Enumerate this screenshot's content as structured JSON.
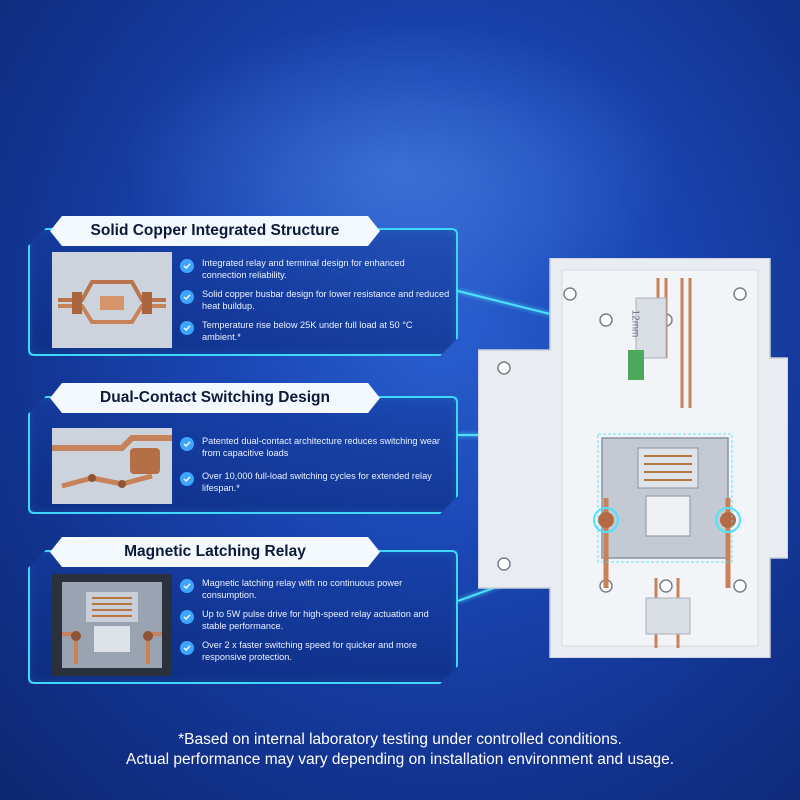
{
  "features": [
    {
      "title": "Solid Copper Integrated Structure",
      "bullets": [
        "Integrated relay and terminal design for enhanced connection reliability.",
        "Solid copper busbar design for lower resistance and reduced heat buildup.",
        "Temperature rise below 25K under full load at 50 °C ambient.*"
      ]
    },
    {
      "title": "Dual-Contact Switching Design",
      "bullets": [
        "Patented dual-contact architecture reduces switching wear from capacitive loads",
        "Over 10,000 full-load switching cycles for extended relay lifespan.*"
      ]
    },
    {
      "title": "Magnetic Latching Relay",
      "bullets": [
        "Magnetic latching relay with no continuous power consumption.",
        "Up to 5W pulse drive for high-speed relay actuation and stable performance.",
        "Over 2 x faster switching speed for quicker and more responsive protection."
      ]
    }
  ],
  "device": {
    "dimension_label": "12mm"
  },
  "footnote": {
    "line1": "*Based on internal laboratory testing under controlled conditions.",
    "line2": "Actual performance may vary depending on installation environment and usage."
  },
  "colors": {
    "accent": "#3fd6ff",
    "check": "#3da4ff",
    "background": "#1a46b4",
    "copper": "#c8825a"
  },
  "icons": {
    "bullet": "check-circle-icon"
  }
}
